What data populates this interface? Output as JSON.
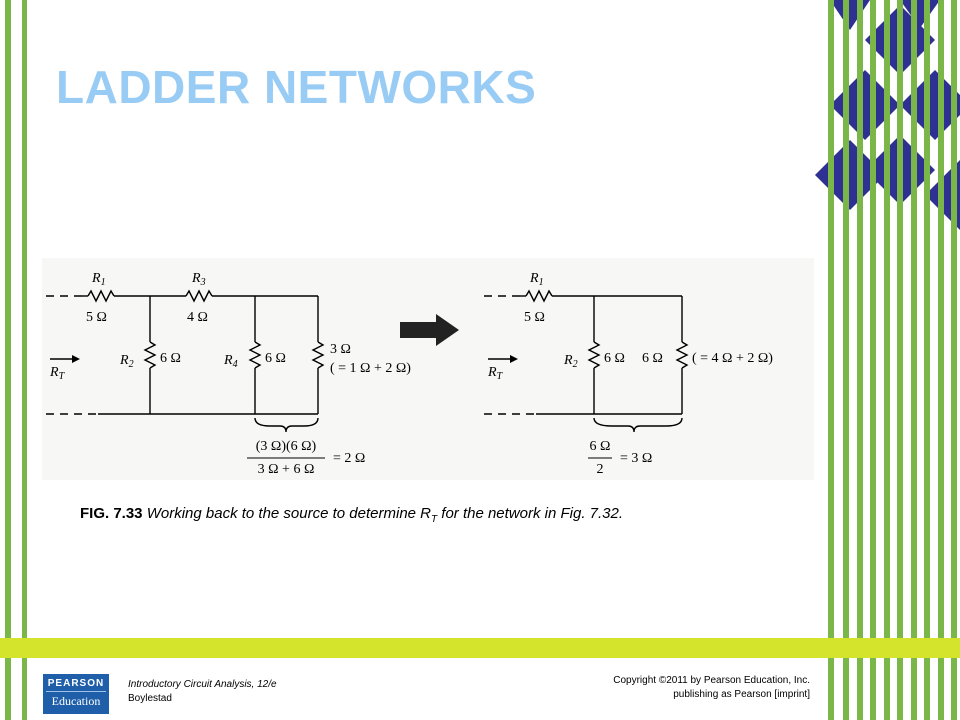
{
  "slide": {
    "title": "LADDER NETWORKS",
    "caption": {
      "fig_number": "FIG. 7.33",
      "text_before": "Working back to the source to determine R",
      "subscript": "T",
      "text_after": " for the network in Fig. 7.32."
    }
  },
  "diagram": {
    "left": {
      "r1_label": "R",
      "r1_sub": "1",
      "r1_value": "5 Ω",
      "r3_label": "R",
      "r3_sub": "3",
      "r3_value": "4 Ω",
      "r2_label": "R",
      "r2_sub": "2",
      "r2_value": "6 Ω",
      "r4_label": "R",
      "r4_sub": "4",
      "r4_value": "6 Ω",
      "r_end_value": "3 Ω",
      "r_end_note": "( = 1 Ω  +  2 Ω)",
      "rt_label": "R",
      "rt_sub": "T",
      "combo_numerator": "(3 Ω)(6 Ω)",
      "combo_denominator": "3 Ω  +  6 Ω",
      "combo_result": "=  2 Ω"
    },
    "right": {
      "r1_label": "R",
      "r1_sub": "1",
      "r1_value": "5 Ω",
      "r2_label": "R",
      "r2_sub": "2",
      "r2_value": "6 Ω",
      "r_end_value": "6 Ω",
      "r_end_note": "( = 4 Ω  +  2 Ω)",
      "rt_label": "R",
      "rt_sub": "T",
      "combo_numerator": "6 Ω",
      "combo_denominator": "2",
      "combo_result": "=  3 Ω"
    }
  },
  "footer": {
    "logo_top": "PEARSON",
    "logo_bottom": "Education",
    "book_title": "Introductory Circuit Analysis, 12/e",
    "book_author": "Boylestad",
    "copyright_line1": "Copyright ©2011 by Pearson Education, Inc.",
    "copyright_line2": "publishing as Pearson [imprint]"
  },
  "colors": {
    "title": "#99ccf4",
    "green_bar": "#7ab648",
    "lime_stripe": "#d4e32b",
    "navy_diamond": "#2e3192",
    "logo_blue": "#1f5fa9"
  }
}
